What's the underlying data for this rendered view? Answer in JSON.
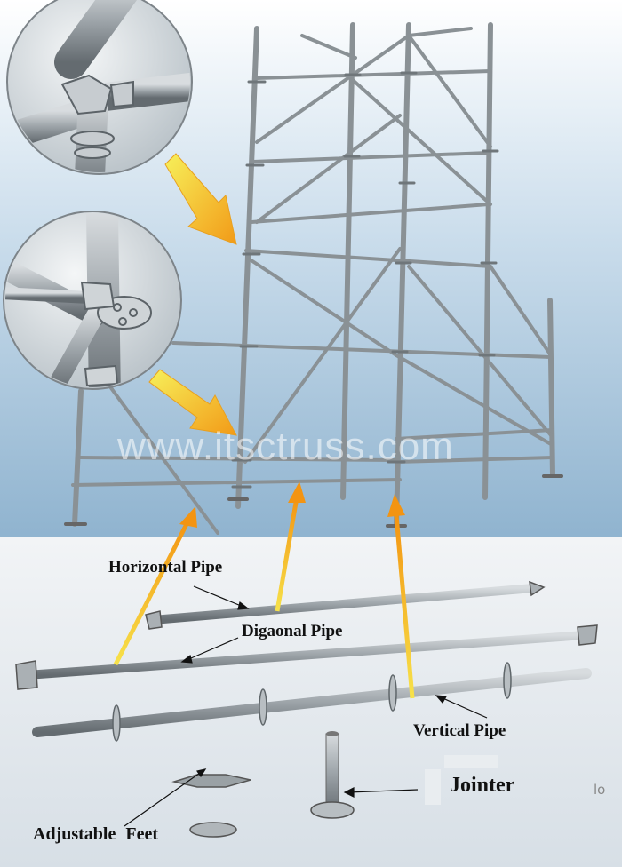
{
  "labels": {
    "horizontal_pipe": "Horizontal Pipe",
    "diagonal_pipe": "Digaonal Pipe",
    "vertical_pipe": "Vertical Pipe",
    "jointer": "Jointer",
    "adjustable_feet": "Adjustable  Feet"
  },
  "watermark": "www.itsctruss.com",
  "edge_fragment": "lo",
  "colors": {
    "sky_top": "#ffffff",
    "sky_bottom": "#8fb3cf",
    "lower_panel": "#dfe6ec",
    "pipe": "#8f969a",
    "arrow_start": "#f7f05a",
    "arrow_end": "#f29a17"
  }
}
